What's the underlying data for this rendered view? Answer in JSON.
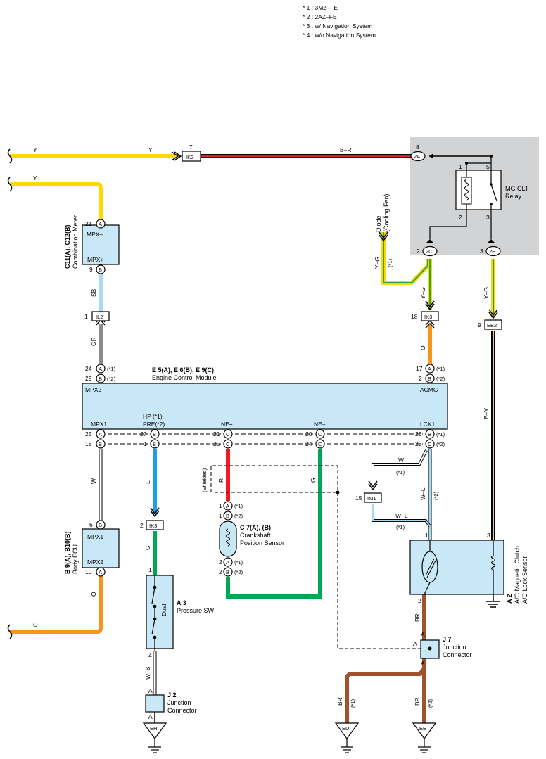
{
  "notes": [
    "* 1 : 3MZ–FE",
    "* 2 : 2AZ–FE",
    "* 3 : w/ Navigation System",
    "* 4 : w/o Navigation System"
  ],
  "wires": {
    "y1": "Y",
    "y2": "Y",
    "y3": "Y",
    "br_top": "B–R",
    "sb": "SB",
    "gr": "GR",
    "yg_diode": "Y–G",
    "yg_2c": "Y–G",
    "yg_2e": "Y–G",
    "o_ik3": "O",
    "by": "B–Y",
    "w_mpx": "W",
    "l_pre": "L",
    "r_ne": "R",
    "g_ne": "G",
    "w_lck": "W",
    "wl_lck": "W–L",
    "wl_im1": "W–L",
    "g_ik3": "G",
    "o_body": "O",
    "o_left": "O",
    "wb": "W–B",
    "br_a2": "BR",
    "br_ed": "BR",
    "br_ee": "BR"
  },
  "connectors": {
    "ik2": "IK2",
    "pin7": "7",
    "c2a": "2A",
    "pin8": "8",
    "il2": "IL2",
    "pin_il2": "1",
    "ik3_top": "IK3",
    "pin_ik3_top": "18",
    "eb2": "EB2",
    "pin_eb2": "9",
    "c2c": "2C",
    "pin_2c": "2",
    "c2e": "2E",
    "pin_2e": "3",
    "ik3_bot": "IK3",
    "pin_ik3_bot": "2",
    "im1": "IM1",
    "pin_im1": "15"
  },
  "relay": {
    "name": "MG CLT",
    "name2": "Relay",
    "pin1": "1",
    "pin2": "2",
    "pin3": "3",
    "pin5": "5"
  },
  "diode": {
    "line1": "Diode",
    "line2": "(Cooling Fan)",
    "note": "(*1)"
  },
  "combination_meter": {
    "code": "C11(A), C12(B)",
    "name": "Combination Meter",
    "mpx_minus": "MPX–",
    "mpx_plus": "MPX+",
    "pin21": "21",
    "pinA": "A",
    "pin9": "9",
    "pinB": "B"
  },
  "ecm": {
    "code": "E 5(A), E 6(B), E 9(C)",
    "name": "Engine Control Module",
    "mpx2": "MPX2",
    "acmg": "ACMG",
    "mpx1": "MPX1",
    "hp": "HP (*1)",
    "pre": "PRE(*2)",
    "ne_plus": "NE+",
    "ne_minus": "NE–",
    "lck1": "LCK1",
    "t_pin24": "24",
    "t_pin29": "29",
    "t_pin17": "17",
    "t_pin2": "2",
    "b_pin25": "25",
    "b_pin18": "18",
    "b_pin27": "27",
    "b_pin1": "1",
    "b_pin21": "21",
    "b_pin25b": "25",
    "b_pin20": "20",
    "b_pin24": "24",
    "b_pin26": "26",
    "b_pin23": "23",
    "n1": "(*1)",
    "n2": "(*2)"
  },
  "body_ecu": {
    "code": "B 9(A), B10(B)",
    "name": "Body ECU",
    "mpx1": "MPX1",
    "mpx2": "MPX2",
    "pin6": "6",
    "pin10": "10"
  },
  "pressure_sw": {
    "code": "A 3",
    "name": "Pressure SW",
    "dual": "Dual",
    "pin1": "1",
    "pin4": "4"
  },
  "crank_sensor": {
    "code": "C 7(A), (B)",
    "name": "Crankshaft",
    "name2": "Position Sensor",
    "shielded": "(Shielded)",
    "pin1": "1",
    "pin2": "2"
  },
  "ac_clutch": {
    "code": "A 2",
    "name": "A/C Magnetic Clutch",
    "name2": "A/C Lock Sensor",
    "pin1": "1",
    "pin2": "2",
    "pin3": "3"
  },
  "j2": {
    "code": "J 2",
    "name": "Junction",
    "name2": "Connector",
    "pin": "A"
  },
  "j7": {
    "code": "J 7",
    "name": "Junction",
    "name2": "Connector",
    "pin": "A"
  },
  "grounds": {
    "eh": "EH",
    "ed": "ED",
    "ee": "EE"
  }
}
